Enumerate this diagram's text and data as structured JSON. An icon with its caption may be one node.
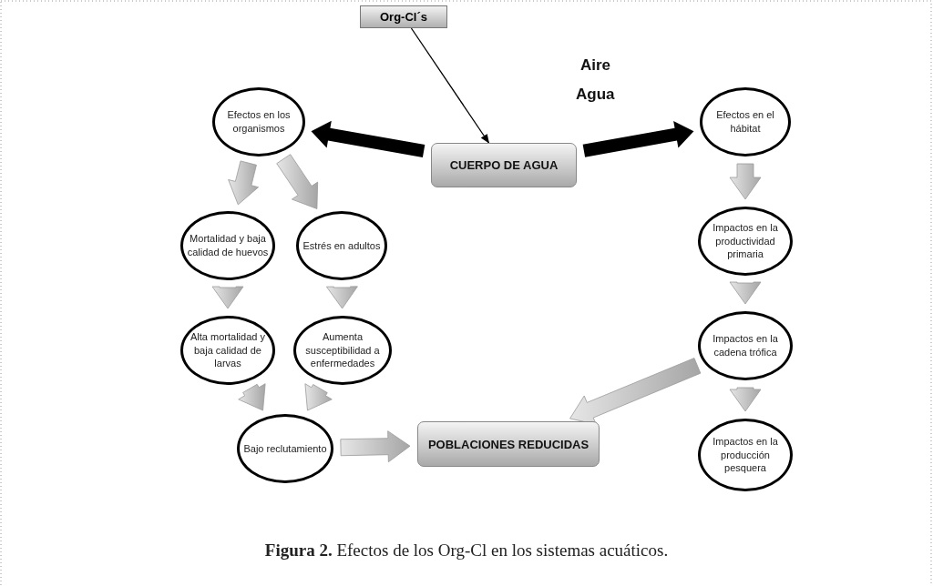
{
  "diagram": {
    "caption": "**Figura 2.** Efectos de los Org-Cl en los sistemas acuáticos.",
    "nodes": [
      {
        "text": [
          "Org-Cl´s"
        ]
      },
      {
        "text": [
          "CUERPO DE AGUA"
        ]
      },
      {
        "text": [
          "Efectos en los organismos"
        ]
      },
      {
        "text": [
          "Efectos en el hábitat"
        ]
      },
      {
        "text": [
          "Mortalidad y baja calidad de huevos"
        ]
      },
      {
        "text": [
          "Estrés en adultos"
        ]
      },
      {
        "text": [
          "Alta mortalidad y baja calidad de larvas"
        ]
      },
      {
        "text": [
          "Aumenta susceptibilidad a enfermedades"
        ]
      },
      {
        "text": [
          "Bajo reclutamiento"
        ]
      },
      {
        "text": [
          "POBLACIONES REDUCIDAS"
        ]
      },
      {
        "text": [
          "Impactos en la productividad primaria"
        ]
      },
      {
        "text": [
          "Impactos en la cadena trófica"
        ]
      },
      {
        "text": [
          "Impactos en la producción pesquera"
        ]
      }
    ],
    "edges": [
      {
        "from": 0,
        "to": 1,
        "arrow": "to",
        "color": "#000000"
      },
      {
        "from": 1,
        "to": 2,
        "arrow": "to",
        "style": "thick",
        "color": "#000000"
      },
      {
        "from": 1,
        "to": 3,
        "arrow": "to",
        "style": "thick",
        "color": "#000000"
      },
      {
        "from": 2,
        "to": 4,
        "arrow": "to"
      },
      {
        "from": 2,
        "to": 5,
        "arrow": "to"
      },
      {
        "from": 4,
        "to": 6,
        "arrow": "to"
      },
      {
        "from": 5,
        "to": 7,
        "arrow": "to"
      },
      {
        "from": 6,
        "to": 8,
        "arrow": "to"
      },
      {
        "from": 7,
        "to": 8,
        "arrow": "to"
      },
      {
        "from": 8,
        "to": 9,
        "arrow": "to"
      },
      {
        "from": 3,
        "to": 10,
        "arrow": "to"
      },
      {
        "from": 10,
        "to": 11,
        "arrow": "to"
      },
      {
        "from": 11,
        "to": 9,
        "arrow": "to"
      },
      {
        "from": 11,
        "to": 12,
        "arrow": "to"
      }
    ],
    "labels": [
      "Aire",
      "Agua"
    ]
  }
}
